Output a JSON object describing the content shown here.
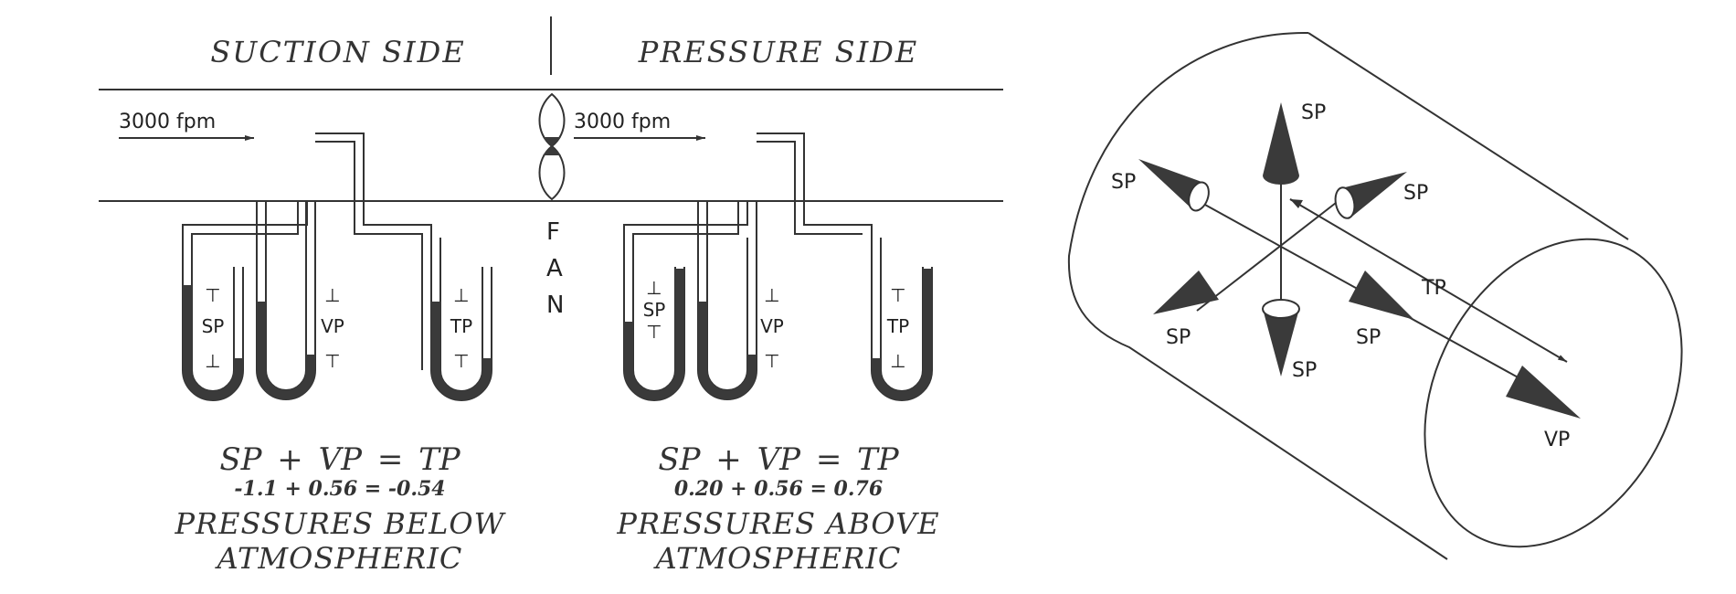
{
  "left_panel": {
    "suction_header": "SUCTION SIDE",
    "pressure_header": "PRESSURE SIDE",
    "suction_velocity": "3000 fpm",
    "pressure_velocity": "3000 fpm",
    "fan_letters": [
      "F",
      "A",
      "N"
    ],
    "gauge_labels": {
      "suction": [
        "SP",
        "VP",
        "TP"
      ],
      "pressure": [
        "SP",
        "VP",
        "TP"
      ]
    },
    "suction_equation": "SP + VP = TP",
    "suction_values": "-1.1 + 0.56 = -0.54",
    "suction_caption_line1": "PRESSURES BELOW",
    "suction_caption_line2": "ATMOSPHERIC",
    "pressure_equation": "SP + VP = TP",
    "pressure_values": "0.20 + 0.56 = 0.76",
    "pressure_caption_line1": "PRESSURES ABOVE",
    "pressure_caption_line2": "ATMOSPHERIC"
  },
  "right_panel": {
    "sp_labels": [
      "SP",
      "SP",
      "SP",
      "SP",
      "SP",
      "SP"
    ],
    "tp_label": "TP",
    "vp_label": "VP"
  },
  "colors": {
    "line": "#333333",
    "fluid": "#3a3a3a",
    "background": "#ffffff"
  }
}
